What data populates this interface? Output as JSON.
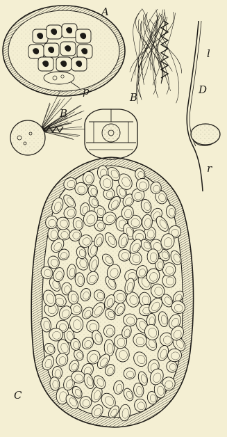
{
  "figure": {
    "labels": {
      "a": "A",
      "p": "p",
      "b_top": "B",
      "b_left": "B",
      "d": "D",
      "l": "l",
      "r": "r",
      "c": "C"
    },
    "colors": {
      "paper": "#f4efd3",
      "ink": "#1d1b17",
      "stipple": "#6b6558"
    }
  }
}
